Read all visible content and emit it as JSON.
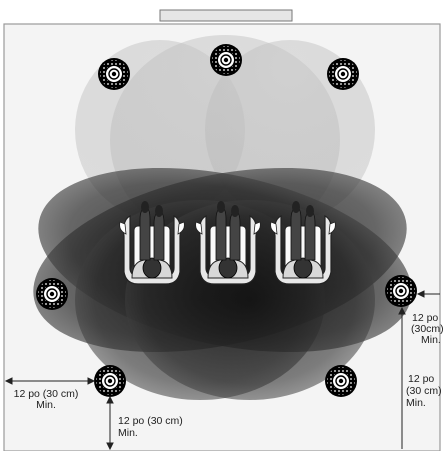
{
  "labels": {
    "left_clearance_line1": "12 po (30 cm)",
    "left_clearance_line2": "Min.",
    "bottom_clearance_line1": "12 po (30 cm)",
    "bottom_clearance_line2": "Min.",
    "right_side_line1": "12 po",
    "right_side_line2": "(30cm)",
    "right_side_line3": "Min.",
    "right_rear_line1": "12 po",
    "right_rear_line2": "(30 cm)",
    "right_rear_line3": "Min."
  },
  "diagram": {
    "room_color": "#f4f4f4",
    "wall_color": "#9a9a9a",
    "speakers": [
      "front-left",
      "center",
      "front-right",
      "side-left",
      "side-right",
      "rear-left",
      "rear-right"
    ],
    "seats": [
      "seat-left",
      "seat-center",
      "seat-right"
    ]
  }
}
